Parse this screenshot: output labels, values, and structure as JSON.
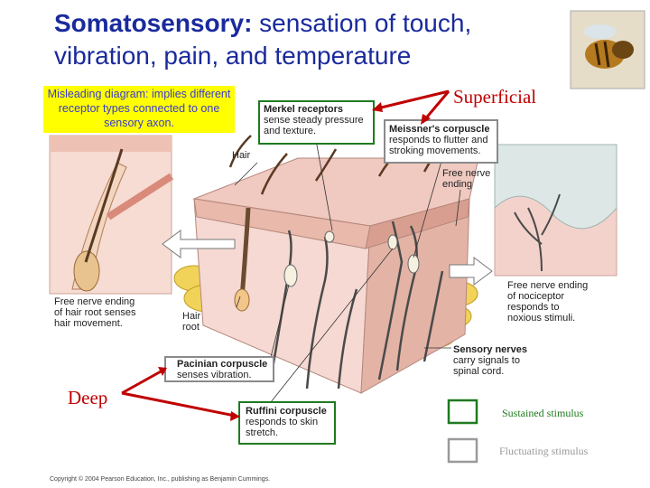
{
  "title": {
    "bold": "Somatosensory:",
    "rest": " sensation of touch, vibration, pain, and temperature"
  },
  "note": "Misleading diagram: implies different receptor types connected to one sensory axon.",
  "depth": {
    "superficial": "Superficial",
    "deep": "Deep"
  },
  "labels": {
    "merkel_name": "Merkel receptors",
    "merkel_desc1": "sense steady pressure",
    "merkel_desc2": "and texture.",
    "meissner_name": "Meissner's corpuscle",
    "meissner_desc1": "responds to flutter and",
    "meissner_desc2": "stroking movements.",
    "hair": "Hair",
    "free_nerve_1": "Free nerve",
    "free_nerve_2": "ending",
    "hair_root_fn1": "Free nerve ending",
    "hair_root_fn2": "of hair root senses",
    "hair_root_fn3": "hair movement.",
    "hair_root1": "Hair",
    "hair_root2": "root",
    "nociceptor1": "Free nerve ending",
    "nociceptor2": "of nociceptor",
    "nociceptor3": "responds to",
    "nociceptor4": "noxious stimuli.",
    "sensory_nerves": "Sensory nerves",
    "sensory_desc1": "carry signals to",
    "sensory_desc2": "spinal cord.",
    "pacinian_name": "Pacinian corpuscle",
    "pacinian_desc": "senses vibration.",
    "ruffini_name": "Ruffini corpuscle",
    "ruffini_desc1": "responds to skin",
    "ruffini_desc2": "stretch."
  },
  "legend": {
    "sustained": "Sustained stimulus",
    "fluctuating": "Fluctuating stimulus"
  },
  "copyright": "Copyright © 2004 Pearson Education, Inc., publishing as Benjamin Cummings.",
  "colors": {
    "title": "#1a2a9c",
    "note_bg": "#ffff00",
    "red": "#c00000",
    "sustained_green": "#1f7a1f",
    "fluctuating_gray": "#9a9a9a"
  }
}
